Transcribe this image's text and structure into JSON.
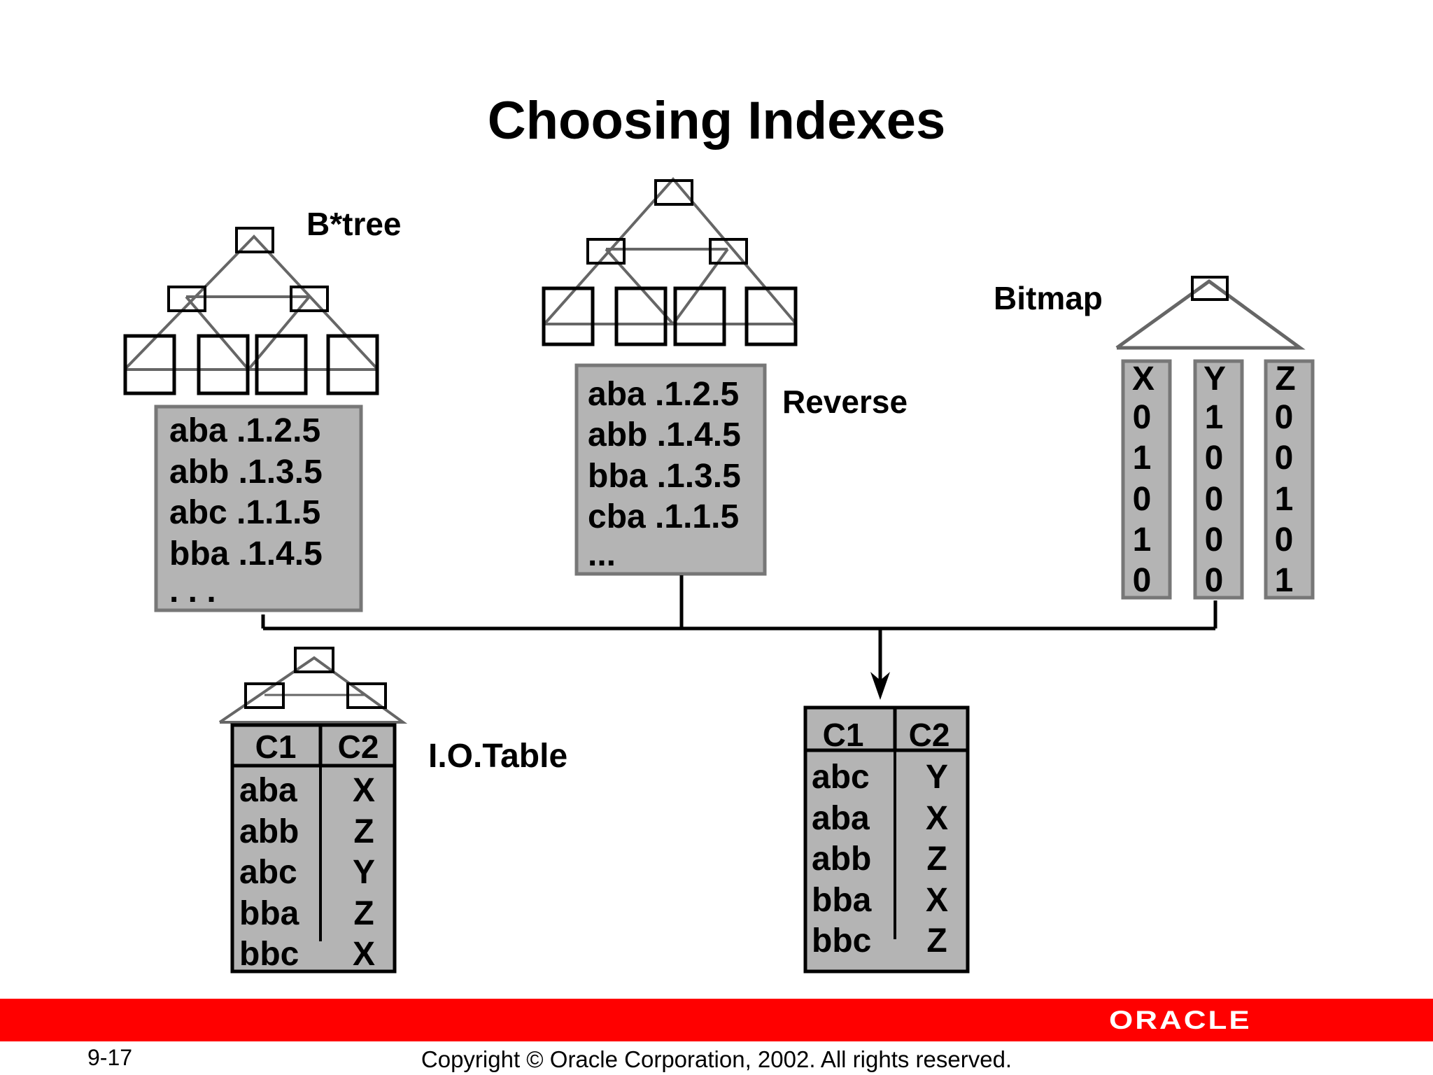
{
  "title": "Choosing Indexes",
  "btree": {
    "label": "B*tree",
    "entries": [
      "aba .1.2.5",
      "abb .1.3.5",
      "abc .1.1.5",
      "bba .1.4.5",
      ". . ."
    ]
  },
  "reverse": {
    "label": "Reverse",
    "entries": [
      "aba .1.2.5",
      "abb .1.4.5",
      "bba .1.3.5",
      "cba .1.1.5",
      "..."
    ]
  },
  "bitmap": {
    "label": "Bitmap",
    "columns": [
      {
        "key": "X",
        "bits": [
          "0",
          "1",
          "0",
          "1",
          "0"
        ]
      },
      {
        "key": "Y",
        "bits": [
          "1",
          "0",
          "0",
          "0",
          "0"
        ]
      },
      {
        "key": "Z",
        "bits": [
          "0",
          "0",
          "1",
          "0",
          "1"
        ]
      }
    ]
  },
  "iot": {
    "label": "I.O.Table",
    "headers": [
      "C1",
      "C2"
    ],
    "rows": [
      [
        "aba",
        "X"
      ],
      [
        "abb",
        "Z"
      ],
      [
        "abc",
        "Y"
      ],
      [
        "bba",
        "Z"
      ],
      [
        "bbc",
        "X"
      ]
    ]
  },
  "table": {
    "headers": [
      "C1",
      "C2"
    ],
    "rows": [
      [
        "abc",
        "Y"
      ],
      [
        "aba",
        "X"
      ],
      [
        "abb",
        "Z"
      ],
      [
        "bba",
        "X"
      ],
      [
        "bbc",
        "Z"
      ]
    ]
  },
  "footer": {
    "slide_number": "9-17",
    "copyright": "Copyright © Oracle Corporation, 2002. All rights reserved.",
    "logo": "ORACLE"
  },
  "colors": {
    "box_fill": "#b4b4b4",
    "tree_line": "#666666",
    "footer_bar": "#ff0000"
  }
}
